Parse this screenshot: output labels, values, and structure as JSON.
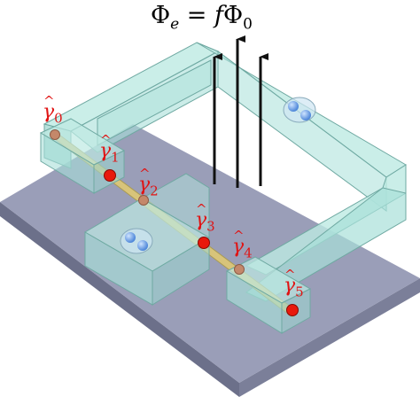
{
  "flux": {
    "lhs_symbol": "Φ",
    "lhs_sub": "e",
    "equals": " = ",
    "factor": "f",
    "rhs_symbol": "Φ",
    "rhs_sub": "0"
  },
  "majoranas": [
    {
      "base": "γ",
      "index": "0",
      "state": "inactive"
    },
    {
      "base": "γ",
      "index": "1",
      "state": "active"
    },
    {
      "base": "γ",
      "index": "2",
      "state": "inactive"
    },
    {
      "base": "γ",
      "index": "3",
      "state": "active"
    },
    {
      "base": "γ",
      "index": "4",
      "state": "inactive"
    },
    {
      "base": "γ",
      "index": "5",
      "state": "active"
    }
  ],
  "colors": {
    "label": "#e01414",
    "active_dot": "#e8190c",
    "inactive_dot": "#c4886a",
    "wire": "#d8c47a",
    "loop": "#a8e0d8",
    "substrate_top": "#9a9eb8",
    "substrate_side": "#6c708a"
  },
  "icons": [
    "field-arrow-icon",
    "quantum-dot-pair-icon"
  ]
}
